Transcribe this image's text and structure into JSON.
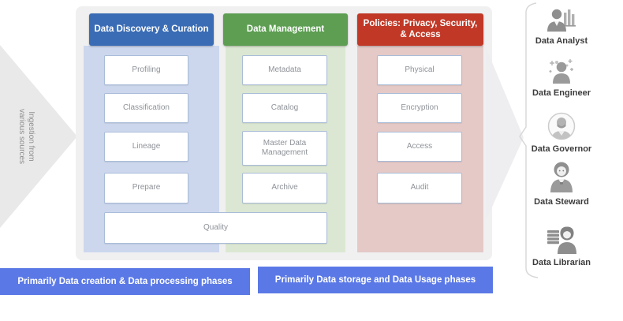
{
  "ingestion_label": "Ingestion from various sources",
  "columns": [
    {
      "header": "Data Discovery & Curation",
      "header_color": "#3a6cb5",
      "column_color": "#ccd7ee",
      "items": [
        "Profiling",
        "Classification",
        "Lineage",
        "Prepare"
      ]
    },
    {
      "header": "Data Management",
      "header_color": "#5d9e52",
      "column_color": "#dbe7d2",
      "items": [
        "Metadata",
        "Catalog",
        "Master Data Management",
        "Archive"
      ]
    },
    {
      "header": "Policies: Privacy, Security, & Access",
      "header_color": "#c13826",
      "column_color": "#e4c9c7",
      "items": [
        "Physical",
        "Encryption",
        "Access",
        "Audit"
      ]
    }
  ],
  "quality_label": "Quality",
  "banners": [
    {
      "label": "Primarily Data creation & Data processing phases"
    },
    {
      "label": "Primarily Data storage and Data Usage phases"
    }
  ],
  "roles": [
    {
      "label": "Data Analyst",
      "icon": "data-analyst-icon"
    },
    {
      "label": "Data Engineer",
      "icon": "data-engineer-icon"
    },
    {
      "label": "Data Governor",
      "icon": "data-governor-icon"
    },
    {
      "label": "Data Steward",
      "icon": "data-steward-icon"
    },
    {
      "label": "Data Librarian",
      "icon": "data-librarian-icon"
    }
  ],
  "colors": {
    "panel_bg": "#f0f0f1",
    "ingest_arrow_bg": "#e9e9ea",
    "box_border": "#a9bcd8",
    "box_text": "#8e9298",
    "banner_bg": "#5b79e6",
    "role_icon_gray": "#a3a3a3"
  }
}
